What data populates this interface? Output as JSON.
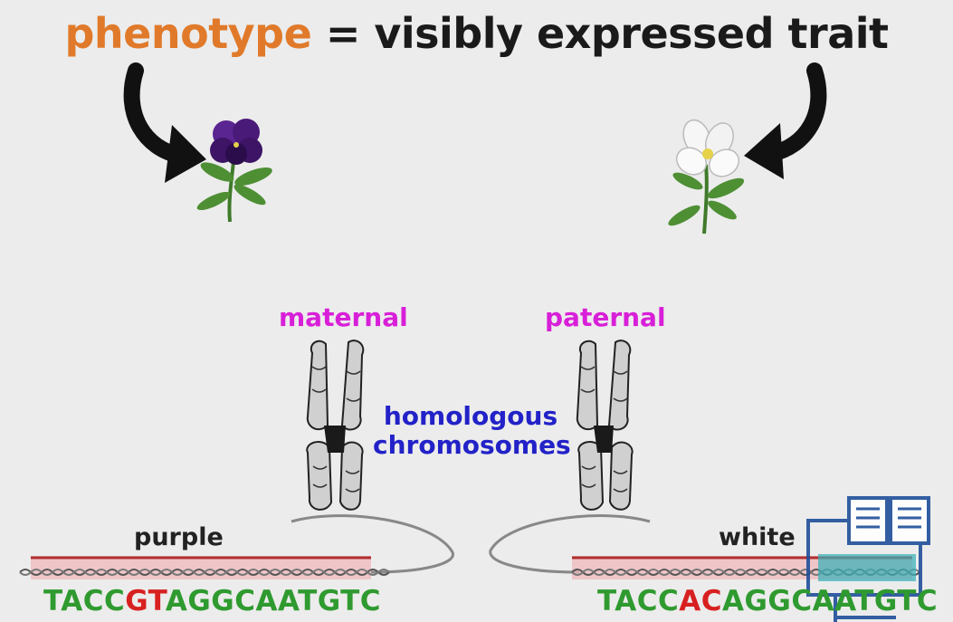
{
  "title": {
    "term": "phenotype",
    "definition": "= visibly expressed trait"
  },
  "labels": {
    "maternal": "maternal",
    "paternal": "paternal",
    "homologous_line1": "homologous",
    "homologous_line2": "chromosomes",
    "left_trait": "purple",
    "right_trait": "white"
  },
  "sequences": {
    "left": {
      "prefix": "TACC",
      "mutation": "GT",
      "suffix": "AGGCAATGTC"
    },
    "right": {
      "prefix": "TACC",
      "mutation": "AC",
      "suffix": "AGGCAATGTC"
    }
  },
  "colors": {
    "term": "#e07a2a",
    "parent_labels": "#d81fd8",
    "chromosome_label": "#2222c8",
    "sequence": "#2f9a2f",
    "mutation": "#d82020",
    "gene_band": "#b03030",
    "flower_left": "#4a1a78",
    "flower_right": "#f4f4f4"
  },
  "icons": [
    "curved-arrow-icon",
    "purple-flower-icon",
    "white-flower-icon",
    "chromosome-icon",
    "dna-strand-icon",
    "watermark-logo-icon"
  ]
}
